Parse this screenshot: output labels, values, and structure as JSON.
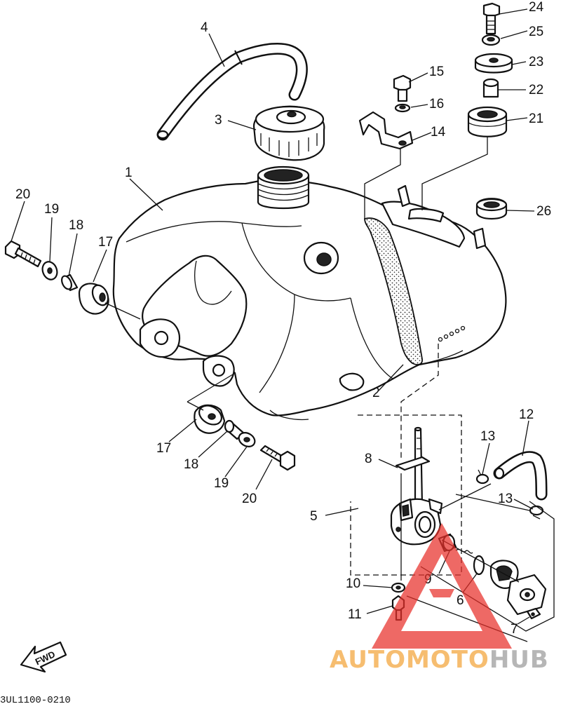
{
  "diagram": {
    "labels": {
      "p1": "1",
      "p2": "2",
      "p3": "3",
      "p4": "4",
      "p5": "5",
      "p6": "6",
      "p7": "7",
      "p8": "8",
      "p9": "9",
      "p10": "10",
      "p11": "11",
      "p12": "12",
      "p13a": "13",
      "p13b": "13",
      "p14": "14",
      "p15": "15",
      "p16": "16",
      "p17a": "17",
      "p17b": "17",
      "p18a": "18",
      "p18b": "18",
      "p19a": "19",
      "p19b": "19",
      "p20a": "20",
      "p20b": "20",
      "p21": "21",
      "p22": "22",
      "p23": "23",
      "p24": "24",
      "p25": "25",
      "p26": "26"
    },
    "fwd_label": "FWD",
    "drawing_code": "3UL1100-0210"
  },
  "watermark": {
    "brand_part1": "AUTOMOTO",
    "brand_part2": "HUB",
    "color_orange": "#f3a53a",
    "color_gray": "#9b9b9b",
    "color_red": "#e8302a"
  }
}
